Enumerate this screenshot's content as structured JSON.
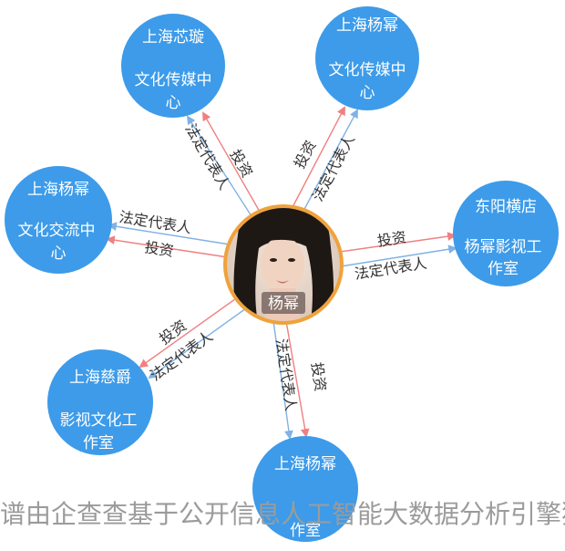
{
  "colors": {
    "node": "#3d9be9",
    "edge_red": "#f08080",
    "edge_blue": "#7fb2e5",
    "center_ring": "#f0a23a"
  },
  "center": {
    "name": "杨幂"
  },
  "nodes": [
    {
      "id": "xinxuan",
      "line1": "上海芯璇",
      "line2": "文化传媒中",
      "line3": "心"
    },
    {
      "id": "yangmi_media",
      "line1": "上海杨幂",
      "line2": "文化传媒中",
      "line3": "心"
    },
    {
      "id": "yangmi_exchange",
      "line1": "上海杨幂",
      "line2": "文化交流中",
      "line3": "心"
    },
    {
      "id": "hengdian",
      "line1": "东阳横店",
      "line2": "杨幂影视工",
      "line3": "作室"
    },
    {
      "id": "cijue",
      "line1": "上海慈爵",
      "line2": "影视文化工",
      "line3": "作室"
    },
    {
      "id": "yangmi_studio",
      "line1": "上海杨幂",
      "line2": "",
      "line3": "作室"
    }
  ],
  "edges": [
    {
      "id": "xinxuan-invest",
      "label": "投资"
    },
    {
      "id": "xinxuan-legal",
      "label": "法定代表人"
    },
    {
      "id": "media-invest",
      "label": "投资"
    },
    {
      "id": "media-legal",
      "label": "法定代表人"
    },
    {
      "id": "exchange-legal",
      "label": "法定代表人"
    },
    {
      "id": "exchange-invest",
      "label": "投资"
    },
    {
      "id": "hengdian-invest",
      "label": "投资"
    },
    {
      "id": "hengdian-legal",
      "label": "法定代表人"
    },
    {
      "id": "cijue-invest",
      "label": "投资"
    },
    {
      "id": "cijue-legal",
      "label": "法定代表人"
    },
    {
      "id": "studio-legal",
      "label": "法定代表人"
    },
    {
      "id": "studio-invest",
      "label": "投资"
    }
  ],
  "watermark": "谱由企查查基于公开信息人工智能大数据分析引擎独"
}
